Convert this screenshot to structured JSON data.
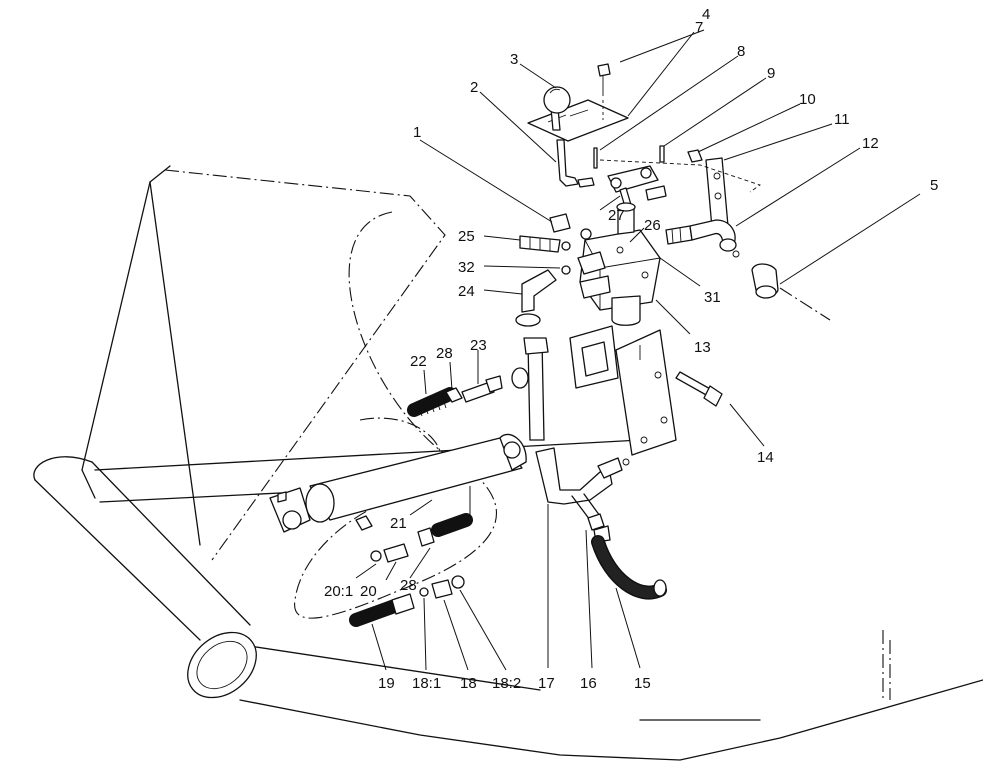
{
  "callouts": [
    {
      "id": "c1",
      "text": "1"
    },
    {
      "id": "c2",
      "text": "2"
    },
    {
      "id": "c3",
      "text": "3"
    },
    {
      "id": "c4",
      "text": "4"
    },
    {
      "id": "c5",
      "text": "5"
    },
    {
      "id": "c7",
      "text": "7"
    },
    {
      "id": "c8",
      "text": "8"
    },
    {
      "id": "c9",
      "text": "9"
    },
    {
      "id": "c10",
      "text": "10"
    },
    {
      "id": "c11",
      "text": "11"
    },
    {
      "id": "c12",
      "text": "12"
    },
    {
      "id": "c13",
      "text": "13"
    },
    {
      "id": "c14",
      "text": "14"
    },
    {
      "id": "c15",
      "text": "15"
    },
    {
      "id": "c16",
      "text": "16"
    },
    {
      "id": "c17",
      "text": "17"
    },
    {
      "id": "c18",
      "text": "18"
    },
    {
      "id": "c18_1",
      "text": "18:1"
    },
    {
      "id": "c18_2",
      "text": "18:2"
    },
    {
      "id": "c19",
      "text": "19"
    },
    {
      "id": "c20_1",
      "text": "20:1"
    },
    {
      "id": "c20",
      "text": "20"
    },
    {
      "id": "c21",
      "text": "21"
    },
    {
      "id": "c22",
      "text": "22"
    },
    {
      "id": "c23",
      "text": "23"
    },
    {
      "id": "c24",
      "text": "24"
    },
    {
      "id": "c25",
      "text": "25"
    },
    {
      "id": "c26",
      "text": "26"
    },
    {
      "id": "c27",
      "text": "27"
    },
    {
      "id": "c28a",
      "text": "28"
    },
    {
      "id": "c28b",
      "text": "28"
    },
    {
      "id": "c31",
      "text": "31"
    },
    {
      "id": "c32",
      "text": "32"
    }
  ]
}
